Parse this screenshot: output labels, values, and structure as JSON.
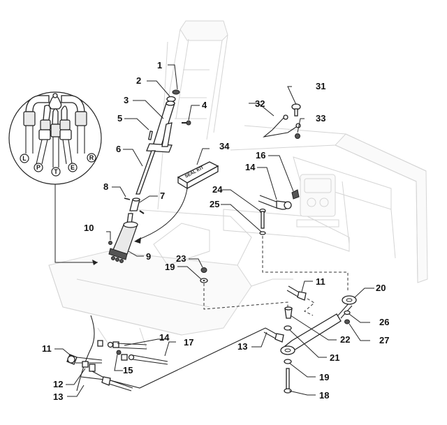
{
  "diagram": {
    "title": "Power steering unit exploded parts diagram",
    "seal_kit_label": "SEAL KIT",
    "detail_ports": [
      {
        "id": "L",
        "label": "L"
      },
      {
        "id": "P",
        "label": "P"
      },
      {
        "id": "T",
        "label": "T"
      },
      {
        "id": "E",
        "label": "E"
      },
      {
        "id": "R",
        "label": "R"
      }
    ],
    "callouts": [
      {
        "ref": "1",
        "label": "1"
      },
      {
        "ref": "2",
        "label": "2"
      },
      {
        "ref": "3",
        "label": "3"
      },
      {
        "ref": "4",
        "label": "4"
      },
      {
        "ref": "5",
        "label": "5"
      },
      {
        "ref": "6",
        "label": "6"
      },
      {
        "ref": "7",
        "label": "7"
      },
      {
        "ref": "8",
        "label": "8"
      },
      {
        "ref": "9",
        "label": "9"
      },
      {
        "ref": "10",
        "label": "10"
      },
      {
        "ref": "11a",
        "label": "11"
      },
      {
        "ref": "11b",
        "label": "11"
      },
      {
        "ref": "12",
        "label": "12"
      },
      {
        "ref": "13a",
        "label": "13"
      },
      {
        "ref": "13b",
        "label": "13"
      },
      {
        "ref": "14a",
        "label": "14"
      },
      {
        "ref": "14b",
        "label": "14"
      },
      {
        "ref": "15",
        "label": "15"
      },
      {
        "ref": "16",
        "label": "16"
      },
      {
        "ref": "17",
        "label": "17"
      },
      {
        "ref": "18",
        "label": "18"
      },
      {
        "ref": "19a",
        "label": "19"
      },
      {
        "ref": "19b",
        "label": "19"
      },
      {
        "ref": "20",
        "label": "20"
      },
      {
        "ref": "21",
        "label": "21"
      },
      {
        "ref": "22",
        "label": "22"
      },
      {
        "ref": "23",
        "label": "23"
      },
      {
        "ref": "24",
        "label": "24"
      },
      {
        "ref": "25",
        "label": "25"
      },
      {
        "ref": "26",
        "label": "26"
      },
      {
        "ref": "27",
        "label": "27"
      },
      {
        "ref": "31",
        "label": "31"
      },
      {
        "ref": "32",
        "label": "32"
      },
      {
        "ref": "33",
        "label": "33"
      },
      {
        "ref": "34",
        "label": "34"
      }
    ]
  }
}
